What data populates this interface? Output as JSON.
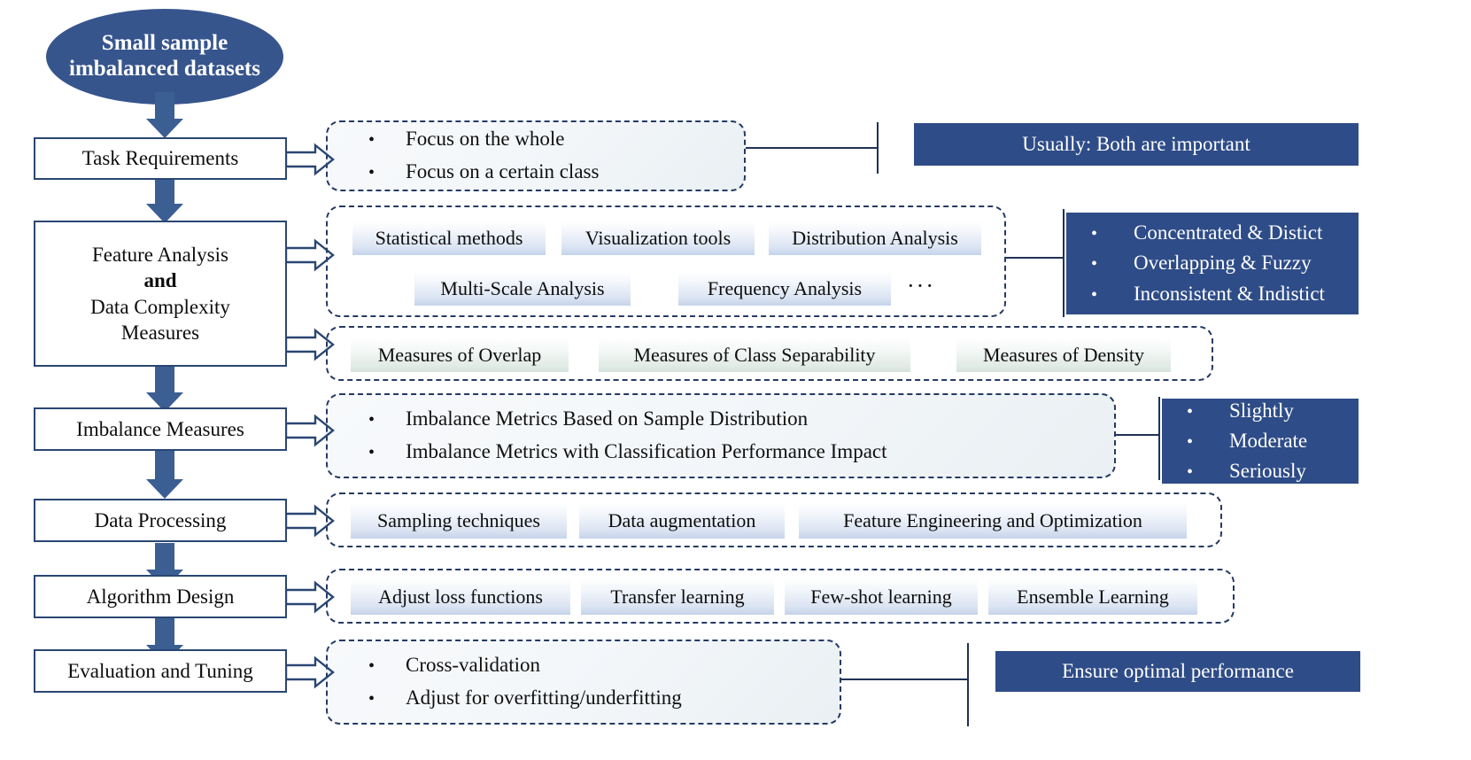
{
  "diagram": {
    "title": "Small sample imbalanced datasets workflow",
    "colors": {
      "primary_blue": "#2e4c87",
      "arrow_blue": "#3b5e93",
      "outline_blue": "#2a4672",
      "dashed_border": "#253a63",
      "chip_top": "#ffffff",
      "chip_bottom": "#c5d3ea"
    },
    "start_node": {
      "label": "Small sample\nimbalanced datasets",
      "line1": "Small sample",
      "line2": "imbalanced datasets"
    },
    "stages": [
      {
        "id": "task-requirements",
        "label": "Task Requirements"
      },
      {
        "id": "feature-analysis",
        "line1": "Feature Analysis",
        "line2": "and",
        "line3": "Data Complexity",
        "line4": "Measures"
      },
      {
        "id": "imbalance-measures",
        "label": "Imbalance Measures"
      },
      {
        "id": "data-processing",
        "label": "Data Processing"
      },
      {
        "id": "algorithm-design",
        "label": "Algorithm Design"
      },
      {
        "id": "evaluation-tuning",
        "label": "Evaluation and Tuning"
      }
    ],
    "task_requirements": {
      "bullets": [
        "Focus on the whole",
        "Focus on a certain class"
      ],
      "callout": "Usually: Both are important"
    },
    "feature_analysis": {
      "chips_row1": [
        "Statistical methods",
        "Visualization tools",
        "Distribution Analysis"
      ],
      "chips_row2": [
        "Multi-Scale Analysis",
        "Frequency Analysis"
      ],
      "ellipsis": "···",
      "callout": [
        "Concentrated & Distict",
        "Overlapping & Fuzzy",
        "Inconsistent & Indistict"
      ]
    },
    "complexity_measures": {
      "chips": [
        "Measures of Overlap",
        "Measures of Class Separability",
        "Measures of Density"
      ]
    },
    "imbalance_measures": {
      "bullets": [
        "Imbalance Metrics Based on Sample Distribution",
        "Imbalance Metrics with Classification Performance Impact"
      ],
      "callout": [
        "Slightly",
        "Moderate",
        "Seriously"
      ]
    },
    "data_processing": {
      "chips": [
        "Sampling techniques",
        "Data augmentation",
        "Feature Engineering and Optimization"
      ]
    },
    "algorithm_design": {
      "chips": [
        "Adjust loss functions",
        "Transfer learning",
        "Few-shot learning",
        "Ensemble Learning"
      ]
    },
    "evaluation_tuning": {
      "bullets": [
        "Cross-validation",
        "Adjust for overfitting/underfitting"
      ],
      "callout": "Ensure optimal performance"
    },
    "bullet_glyph": "•"
  }
}
